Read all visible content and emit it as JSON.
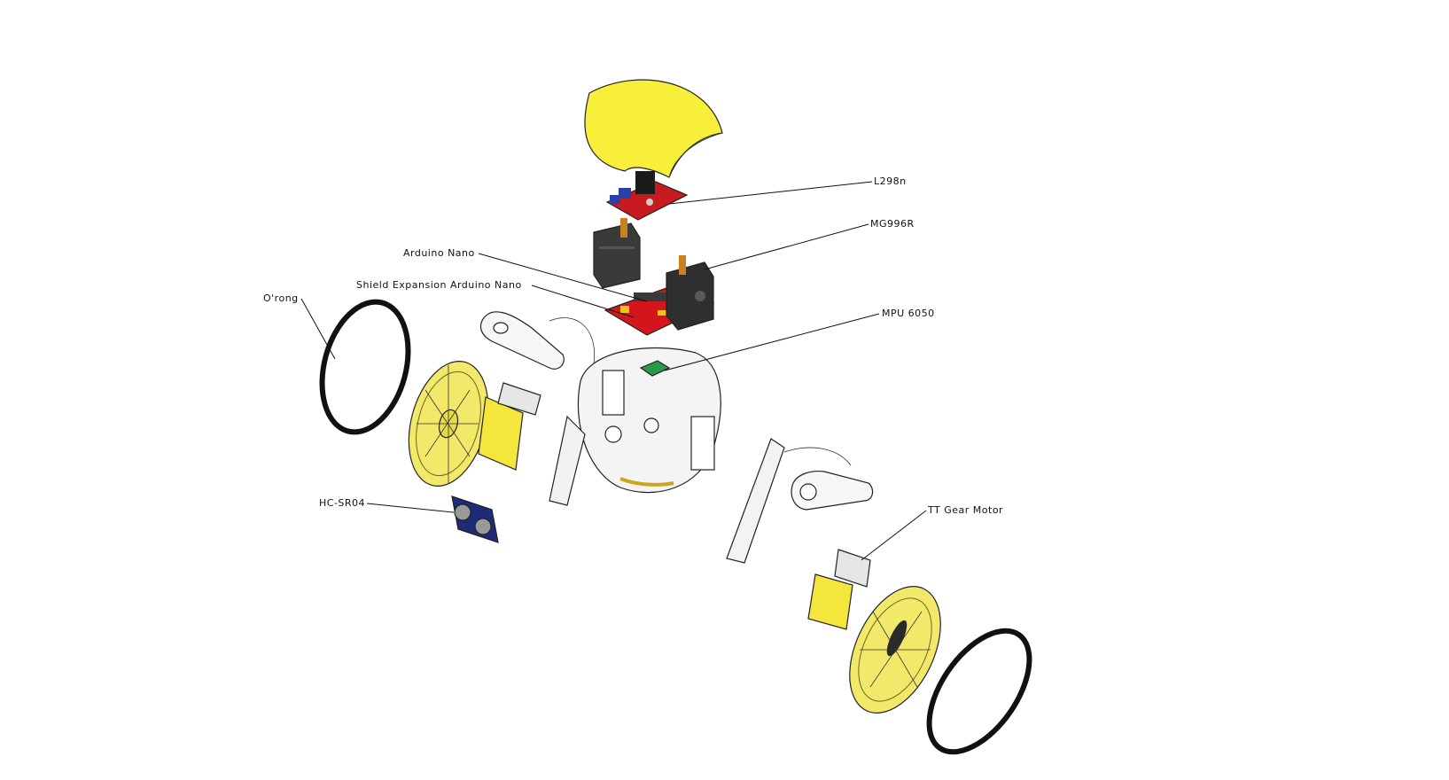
{
  "labels": {
    "l298n": "L298n",
    "mg996r": "MG996R",
    "arduino_nano": "Arduino Nano",
    "shield": "Shield Expansion Arduino Nano",
    "oring": "O'rong",
    "mpu": "MPU 6050",
    "hcsr04": "HC-SR04",
    "tt_motor": "TT Gear Motor"
  },
  "colors": {
    "dome": "#f7ef3a",
    "pcb": "#d4161c",
    "servo": "#3a3a3a",
    "wheel": "#f2e96a",
    "motor": "#f5e63c",
    "sensor_board": "#1e2a7a",
    "mpu_board": "#2a9a4a",
    "body": "#f4f4f4",
    "oring": "#111111"
  }
}
